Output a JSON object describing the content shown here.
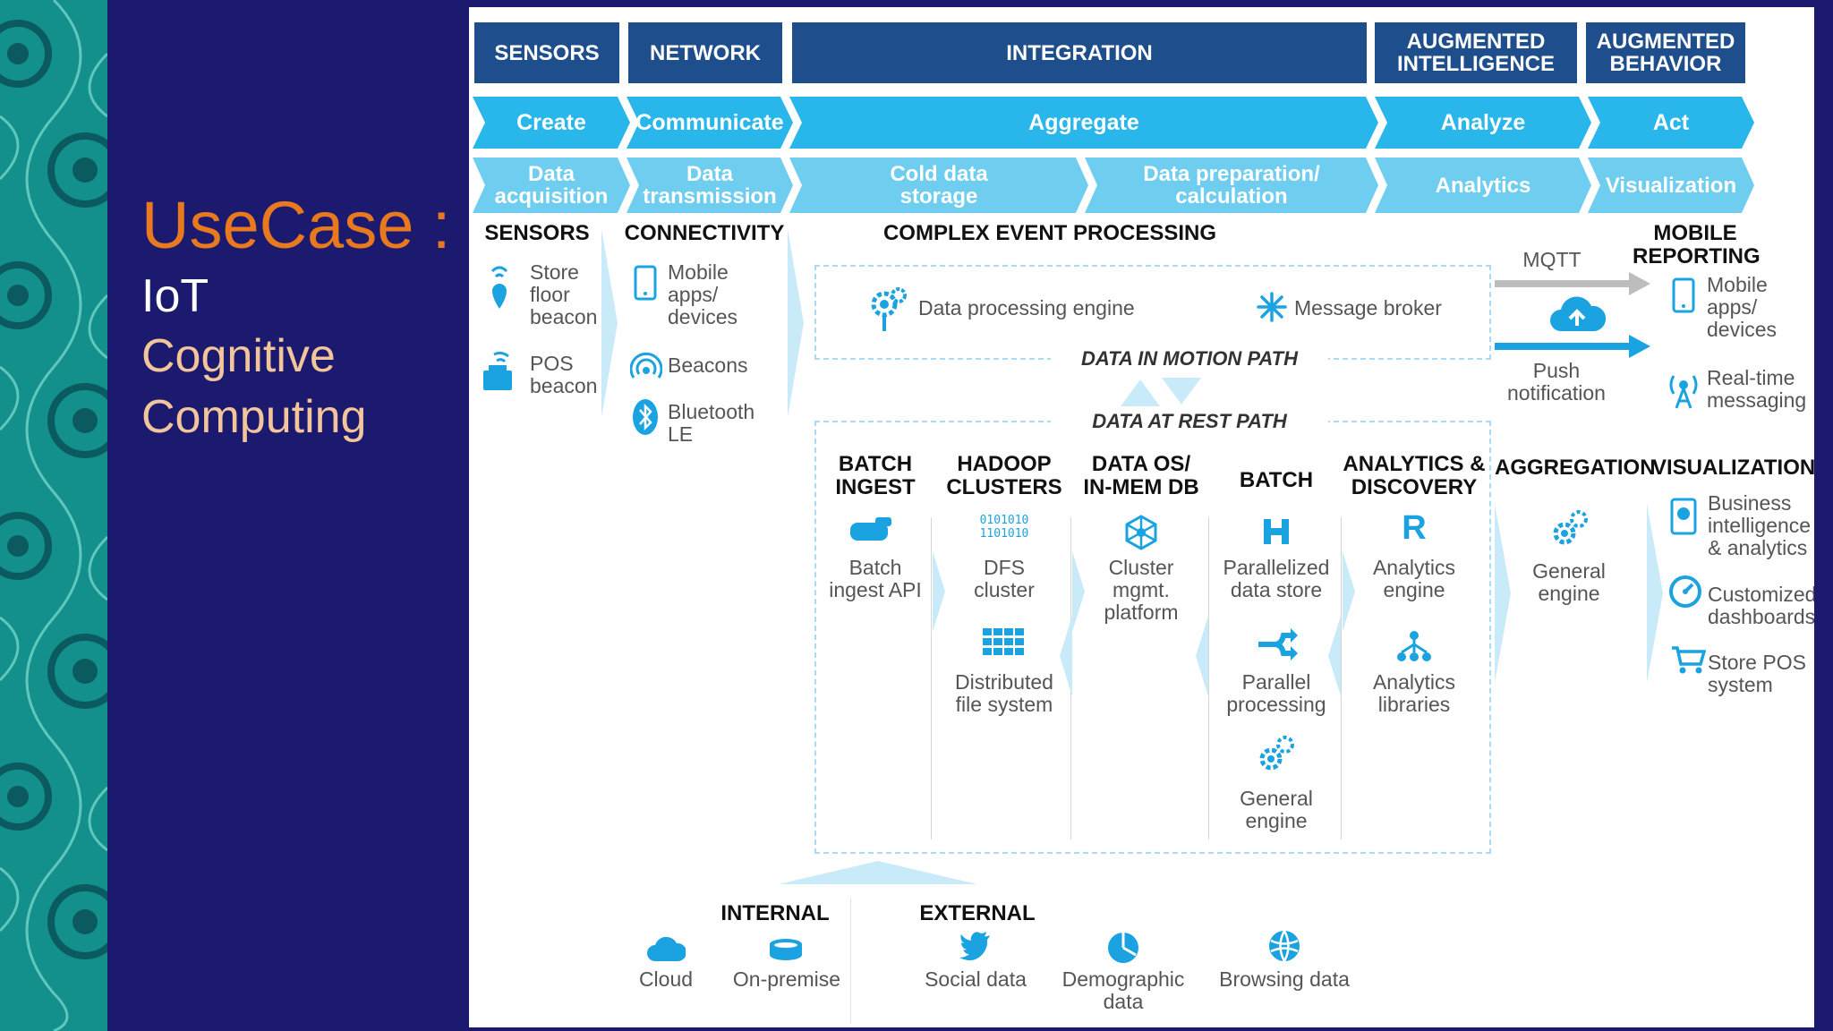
{
  "title": {
    "main": "UseCase :",
    "line1": "IoT",
    "line2": "Cognitive",
    "line3": "Computing"
  },
  "headers": [
    "SENSORS",
    "NETWORK",
    "INTEGRATION",
    "AUGMENTED\nINTELLIGENCE",
    "AUGMENTED\nBEHAVIOR"
  ],
  "stages": [
    "Create",
    "Communicate",
    "Aggregate",
    "Analyze",
    "Act"
  ],
  "substages": [
    "Data\nacquisition",
    "Data\ntransmission",
    "Cold data\nstorage",
    "Data preparation/\ncalculation",
    "Analytics",
    "Visualization"
  ],
  "sensors": {
    "title": "SENSORS",
    "item1": "Store\nfloor\nbeacon",
    "item2": "POS\nbeacon"
  },
  "connectivity": {
    "title": "CONNECTIVITY",
    "item1": "Mobile\napps/\ndevices",
    "item2": "Beacons",
    "item3": "Bluetooth\nLE"
  },
  "cep": {
    "title": "COMPLEX EVENT PROCESSING",
    "engine": "Data processing engine",
    "broker": "Message broker",
    "motion_path": "DATA IN MOTION PATH",
    "rest_path": "DATA AT REST PATH"
  },
  "arrows": {
    "mqtt": "MQTT",
    "push": "Push\nnotification"
  },
  "mobile_reporting": {
    "title": "MOBILE\nREPORTING",
    "item1": "Mobile\napps/\ndevices",
    "item2": "Real-time\nmessaging"
  },
  "rest_columns": {
    "batch_ingest": {
      "title": "BATCH\nINGEST",
      "item1": "Batch\ningest API"
    },
    "hadoop": {
      "title": "HADOOP\nCLUSTERS",
      "binary": "0101010\n1101010",
      "item1": "DFS\ncluster",
      "item2": "Distributed\nfile system"
    },
    "dataos": {
      "title": "DATA OS/\nIN-MEM DB",
      "item1": "Cluster\nmgmt.\nplatform"
    },
    "batch": {
      "title": "BATCH",
      "item1": "Parallelized\ndata store",
      "item2": "Parallel\nprocessing",
      "item3": "General\nengine"
    },
    "analytics": {
      "title": "ANALYTICS &\nDISCOVERY",
      "r_letter": "R",
      "item1": "Analytics\nengine",
      "item2": "Analytics\nlibraries"
    }
  },
  "aggregation": {
    "title": "AGGREGATION",
    "item1": "General\nengine"
  },
  "visualization": {
    "title": "VISUALIZATION",
    "item1": "Business\nintelligence\n& analytics",
    "item2": "Customized\ndashboards",
    "item3": "Store POS\nsystem"
  },
  "sources": {
    "internal": {
      "title": "INTERNAL",
      "item1": "Cloud",
      "item2": "On-premise"
    },
    "external": {
      "title": "EXTERNAL",
      "item1": "Social data",
      "item2": "Demographic\ndata",
      "item3": "Browsing data"
    }
  },
  "colors": {
    "background": "#1b1a6e",
    "strip": "#138f8c",
    "header_blue": "#1f4e8c",
    "chevron_blue": "#29b6ea",
    "chevron_light": "#6fcdf0",
    "icon_blue": "#1aa3e0",
    "title_orange": "#e8791e",
    "title_peach": "#f3c59b"
  }
}
